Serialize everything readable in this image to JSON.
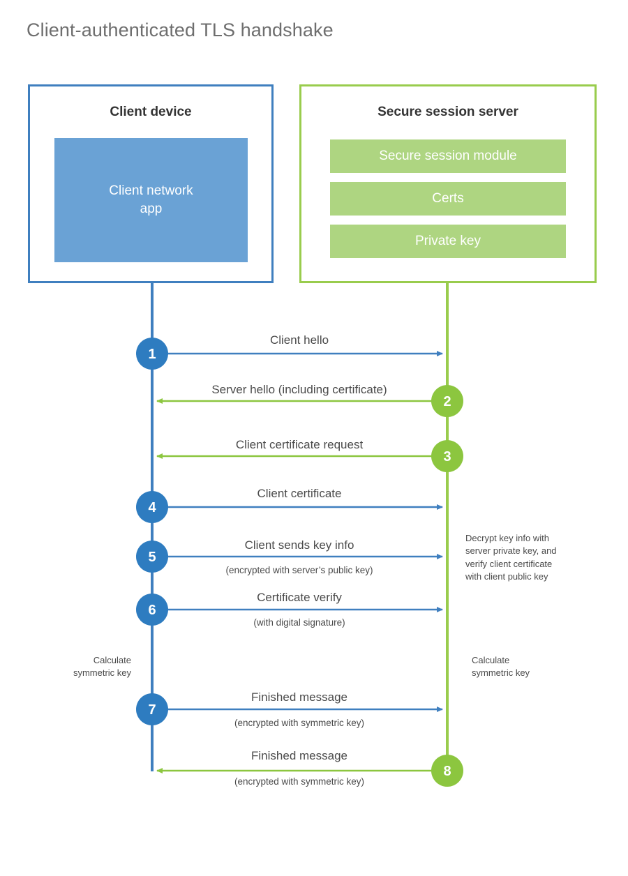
{
  "title": "Client-authenticated TLS handshake",
  "participants": {
    "client": {
      "title": "Client device",
      "app_label": "Client network\napp",
      "border_color": "#3f7fbf",
      "app_fill": "#6aa2d5"
    },
    "server": {
      "title": "Secure session server",
      "border_color": "#99cc4d",
      "module_fill": "#aed581",
      "modules": [
        {
          "label": "Secure session module"
        },
        {
          "label": "Certs"
        },
        {
          "label": "Private key"
        }
      ]
    }
  },
  "colors": {
    "client_blue": "#3f7fbf",
    "step_blue": "#2e7cc0",
    "server_green": "#8cc63f",
    "module_green": "#aed581",
    "text_gray": "#4a4a4a",
    "title_gray": "#6e6e6e"
  },
  "steps": [
    {
      "number": "1",
      "label": "Client hello",
      "sub": "",
      "direction": "client-to-server",
      "origin": "client"
    },
    {
      "number": "2",
      "label": "Server hello (including certificate)",
      "sub": "",
      "direction": "server-to-client",
      "origin": "server"
    },
    {
      "number": "3",
      "label": "Client certificate request",
      "sub": "",
      "direction": "server-to-client",
      "origin": "server"
    },
    {
      "number": "4",
      "label": "Client certificate",
      "sub": "",
      "direction": "client-to-server",
      "origin": "client"
    },
    {
      "number": "5",
      "label": "Client sends key info",
      "sub": "(encrypted with server’s public key)",
      "direction": "client-to-server",
      "origin": "client"
    },
    {
      "number": "6",
      "label": "Certificate verify",
      "sub": "(with digital signature)",
      "direction": "client-to-server",
      "origin": "client"
    },
    {
      "number": "7",
      "label": "Finished message",
      "sub": "(encrypted with symmetric key)",
      "direction": "client-to-server",
      "origin": "client"
    },
    {
      "number": "8",
      "label": "Finished message",
      "sub": "(encrypted with symmetric key)",
      "direction": "server-to-client",
      "origin": "server"
    }
  ],
  "notes": {
    "server_decrypt": "Decrypt key info with\nserver private key, and\nverify client certificate\nwith client public key",
    "client_calc": "Calculate\nsymmetric key",
    "server_calc": "Calculate\nsymmetric key"
  }
}
